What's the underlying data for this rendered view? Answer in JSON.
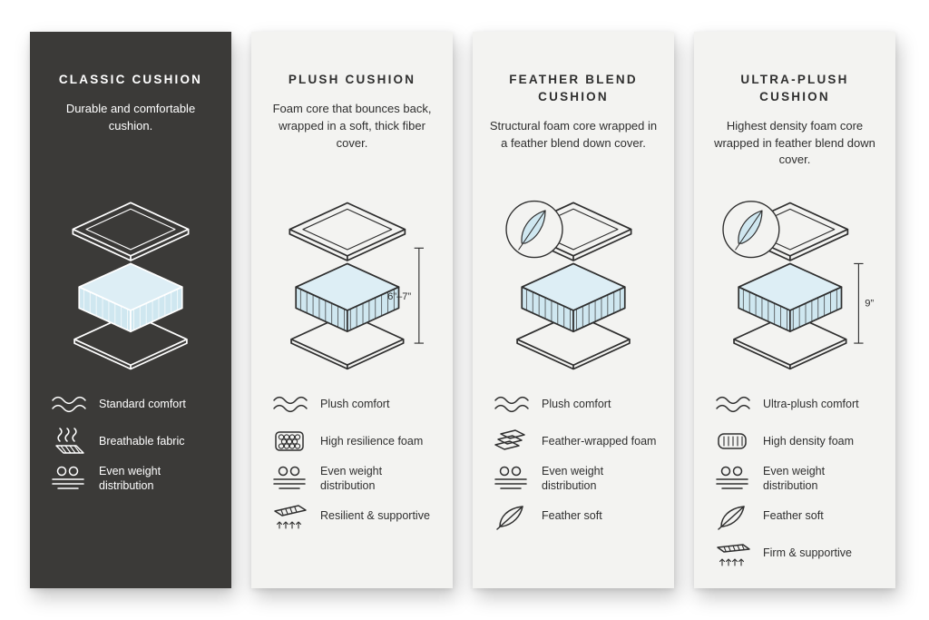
{
  "colors": {
    "dark_card_bg": "#3b3a38",
    "light_card_bg": "#f3f3f1",
    "foam_blue": "#cfe7f0",
    "ink_dark": "#2f2f2f",
    "ink_light": "#ffffff"
  },
  "cards": [
    {
      "title": "CLASSIC CUSHION",
      "description": "Durable and comfortable cushion.",
      "features": [
        {
          "icon": "waves-icon",
          "label": "Standard comfort"
        },
        {
          "icon": "breathable-icon",
          "label": "Breathable fabric"
        },
        {
          "icon": "even-weight-icon",
          "label": "Even weight distribution"
        }
      ]
    },
    {
      "title": "PLUSH CUSHION",
      "description": "Foam core that bounces back, wrapped in a soft, thick fiber cover.",
      "measurement": "6”–7”",
      "features": [
        {
          "icon": "waves-icon",
          "label": "Plush comfort"
        },
        {
          "icon": "honeycomb-icon",
          "label": "High resilience foam"
        },
        {
          "icon": "even-weight-icon",
          "label": "Even weight distribution"
        },
        {
          "icon": "resilient-icon",
          "label": "Resilient & supportive"
        }
      ]
    },
    {
      "title": "FEATHER BLEND CUSHION",
      "description": "Structural foam core wrapped in a feather blend down cover.",
      "features": [
        {
          "icon": "waves-icon",
          "label": "Plush comfort"
        },
        {
          "icon": "feather-foam-icon",
          "label": "Feather-wrapped foam"
        },
        {
          "icon": "even-weight-icon",
          "label": "Even weight distribution"
        },
        {
          "icon": "feather-icon",
          "label": "Feather soft"
        }
      ]
    },
    {
      "title": "ULTRA-PLUSH CUSHION",
      "description": "Highest density foam core wrapped in feather blend down cover.",
      "measurement": "9”",
      "features": [
        {
          "icon": "waves-icon",
          "label": "Ultra-plush comfort"
        },
        {
          "icon": "density-foam-icon",
          "label": "High density foam"
        },
        {
          "icon": "even-weight-icon",
          "label": "Even weight distribution"
        },
        {
          "icon": "feather-icon",
          "label": "Feather soft"
        },
        {
          "icon": "firm-icon",
          "label": "Firm & supportive"
        }
      ]
    }
  ]
}
